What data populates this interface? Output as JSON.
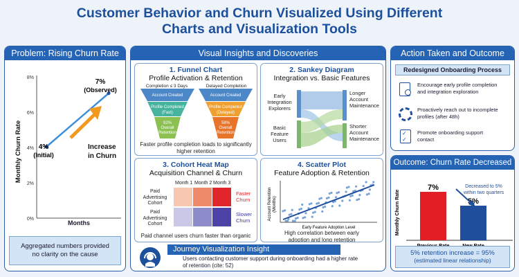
{
  "title_line1": "Customer Behavior and Churn Visualized Using Different",
  "title_line2": "Charts and Visualization Tools",
  "left": {
    "header": "Problem: Rising Churn Rate",
    "ylabel": "Monthly Churn Rate",
    "xlabel": "Months",
    "yticks": [
      "8%",
      "6%",
      "4%",
      "2%",
      "0%"
    ],
    "start_label": "4%",
    "start_sub": "(Initial)",
    "end_label": "7%",
    "end_sub": "(Observed)",
    "arrow_label1": "Increase",
    "arrow_label2": "in Churn",
    "footer_line1": "Aggregated numbers provided",
    "footer_line2": "no clarity on the cause"
  },
  "chart_data": {
    "type": "line",
    "x": [
      "Initial",
      "Observed"
    ],
    "values": [
      4,
      7
    ],
    "ylim": [
      0,
      8
    ],
    "xlabel": "Months",
    "ylabel": "Monthly Churn Rate"
  },
  "middle": {
    "header": "Visual Insights and Discoveries",
    "funnel": {
      "title": "1. Funnel Chart",
      "subtitle": "Profile Activation & Retention",
      "left_label": "Completion ≤ 3 Days",
      "right_label": "Delayed Completion",
      "left_stages": [
        "Account Created",
        "Profile Completed",
        "(Fast)",
        "92%",
        "Overall",
        "Retention"
      ],
      "right_stages": [
        "Account Created",
        "Profile Completed",
        "(Delayed)",
        "58%",
        "Overall",
        "Retention"
      ],
      "caption1": "Faster profile completion loads to significantly",
      "caption2": "higher retention"
    },
    "sankey": {
      "title": "2. Sankey Diagram",
      "subtitle": "Integration vs. Basic Features",
      "left_top": [
        "Early",
        "Integration",
        "Explorers"
      ],
      "left_bottom": [
        "Basic",
        "Feature",
        "Users"
      ],
      "right_top": [
        "Longer",
        "Account",
        "Maintenance"
      ],
      "right_bottom": [
        "Shorter",
        "Account",
        "Maintenance"
      ]
    },
    "heatmap": {
      "title": "3. Cohort Heat Map",
      "subtitle": "Acquisition Channel & Churn",
      "months": [
        "Month 1",
        "Month 2",
        "Month 3"
      ],
      "row1": [
        "Paid",
        "Advertising",
        "Cohort"
      ],
      "row2": [
        "Paid",
        "Advertising",
        "Cohort"
      ],
      "faster": [
        "Faster",
        "Churn"
      ],
      "slower": [
        "Slower",
        "Churn"
      ],
      "caption": "Paid channel users churn faster than organic",
      "colors_row1": [
        "#f8c7b0",
        "#ee8a6a",
        "#e0262b"
      ],
      "colors_row2": [
        "#c9c8e6",
        "#8d8bc9",
        "#4b44a6"
      ]
    },
    "scatter": {
      "title": "4. Scatter Plot",
      "subtitle": "Feature Adoption & Retention",
      "ylabel1": "Account Retention",
      "ylabel2": "(Months)",
      "xlabel": "Early Feature Adoption Level",
      "caption1": "High correlation between early",
      "caption2": "adoption and long retention"
    },
    "journey": {
      "title": "Journey Visualization Insight",
      "line1": "Users contacting customer support during onboarding had a higher rate",
      "line2": "of retention (cite: 52)"
    }
  },
  "right": {
    "header": "Action Taken and Outcome",
    "process_title": "Redesigned Onboarding Process",
    "items": [
      {
        "icon": "document-search-icon",
        "line1": "Encourage early profile completion",
        "line2": "and integration exploration"
      },
      {
        "icon": "gear-people-icon",
        "line1": "Proactively reach out to incomplete",
        "line2": "profiles (after 48h)"
      },
      {
        "icon": "checklist-icon",
        "line1": "Promote onboarding support",
        "line2": "contact"
      }
    ],
    "outcome_header": "Outcome: Churn Rate Decreased",
    "outcome_ylabel": "Monthly Churn Rate",
    "outcome_note1": "Decreased to 5%",
    "outcome_note2": "within two quarters",
    "bar_labels": [
      "7%",
      "5%"
    ],
    "bar_categories": [
      "Previous Rate",
      "New Rate"
    ],
    "bar_values": [
      7,
      5
    ],
    "bar_colors": [
      "#e31e24",
      "#1f4e9c"
    ],
    "footer_line1": "5% retention increase = 95%",
    "footer_line2": "(estimated linear relationship)"
  }
}
